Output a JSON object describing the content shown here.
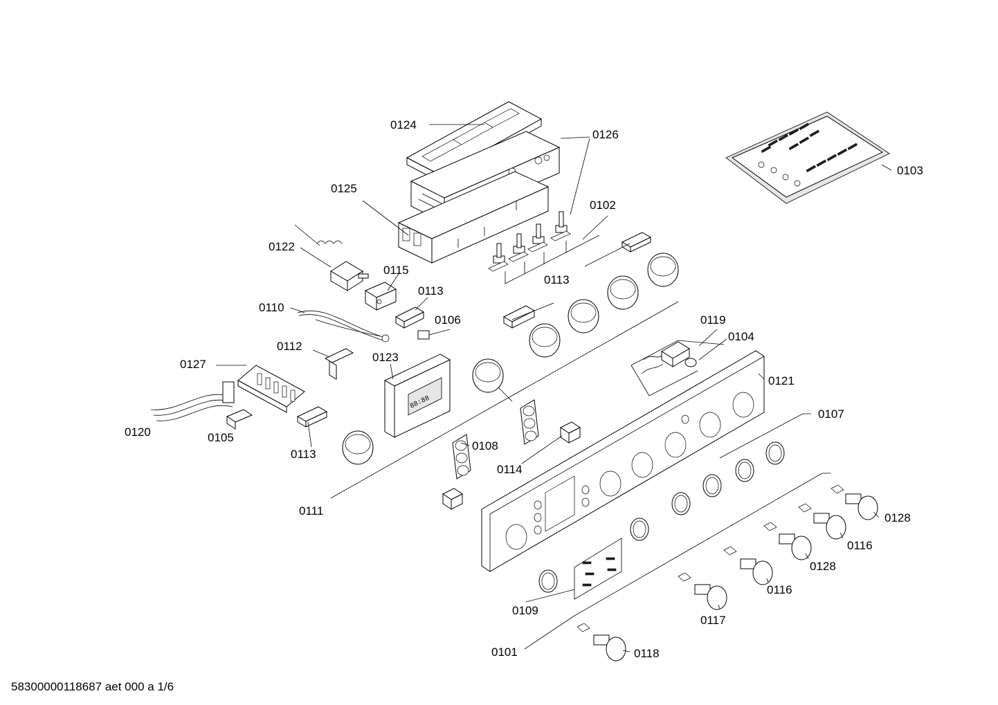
{
  "diagram": {
    "labels": [
      {
        "id": "0124",
        "text": "0124"
      },
      {
        "id": "0126",
        "text": "0126"
      },
      {
        "id": "0125",
        "text": "0125"
      },
      {
        "id": "0102",
        "text": "0102"
      },
      {
        "id": "0103",
        "text": "0103"
      },
      {
        "id": "0122",
        "text": "0122"
      },
      {
        "id": "0115",
        "text": "0115"
      },
      {
        "id": "0113a",
        "text": "0113"
      },
      {
        "id": "0113b",
        "text": "0113"
      },
      {
        "id": "0110",
        "text": "0110"
      },
      {
        "id": "0106",
        "text": "0106"
      },
      {
        "id": "0119",
        "text": "0119"
      },
      {
        "id": "0104",
        "text": "0104"
      },
      {
        "id": "0112",
        "text": "0112"
      },
      {
        "id": "0127",
        "text": "0127"
      },
      {
        "id": "0123",
        "text": "0123"
      },
      {
        "id": "0121",
        "text": "0121"
      },
      {
        "id": "0107",
        "text": "0107"
      },
      {
        "id": "0120",
        "text": "0120"
      },
      {
        "id": "0105",
        "text": "0105"
      },
      {
        "id": "0113c",
        "text": "0113"
      },
      {
        "id": "0108",
        "text": "0108"
      },
      {
        "id": "0114",
        "text": "0114"
      },
      {
        "id": "0111",
        "text": "0111"
      },
      {
        "id": "0128a",
        "text": "0128"
      },
      {
        "id": "0116a",
        "text": "0116"
      },
      {
        "id": "0128b",
        "text": "0128"
      },
      {
        "id": "0116b",
        "text": "0116"
      },
      {
        "id": "0109",
        "text": "0109"
      },
      {
        "id": "0117",
        "text": "0117"
      },
      {
        "id": "0101",
        "text": "0101"
      },
      {
        "id": "0118",
        "text": "0118"
      }
    ],
    "footer": "58300000118687 aet 000 a 1/6"
  }
}
